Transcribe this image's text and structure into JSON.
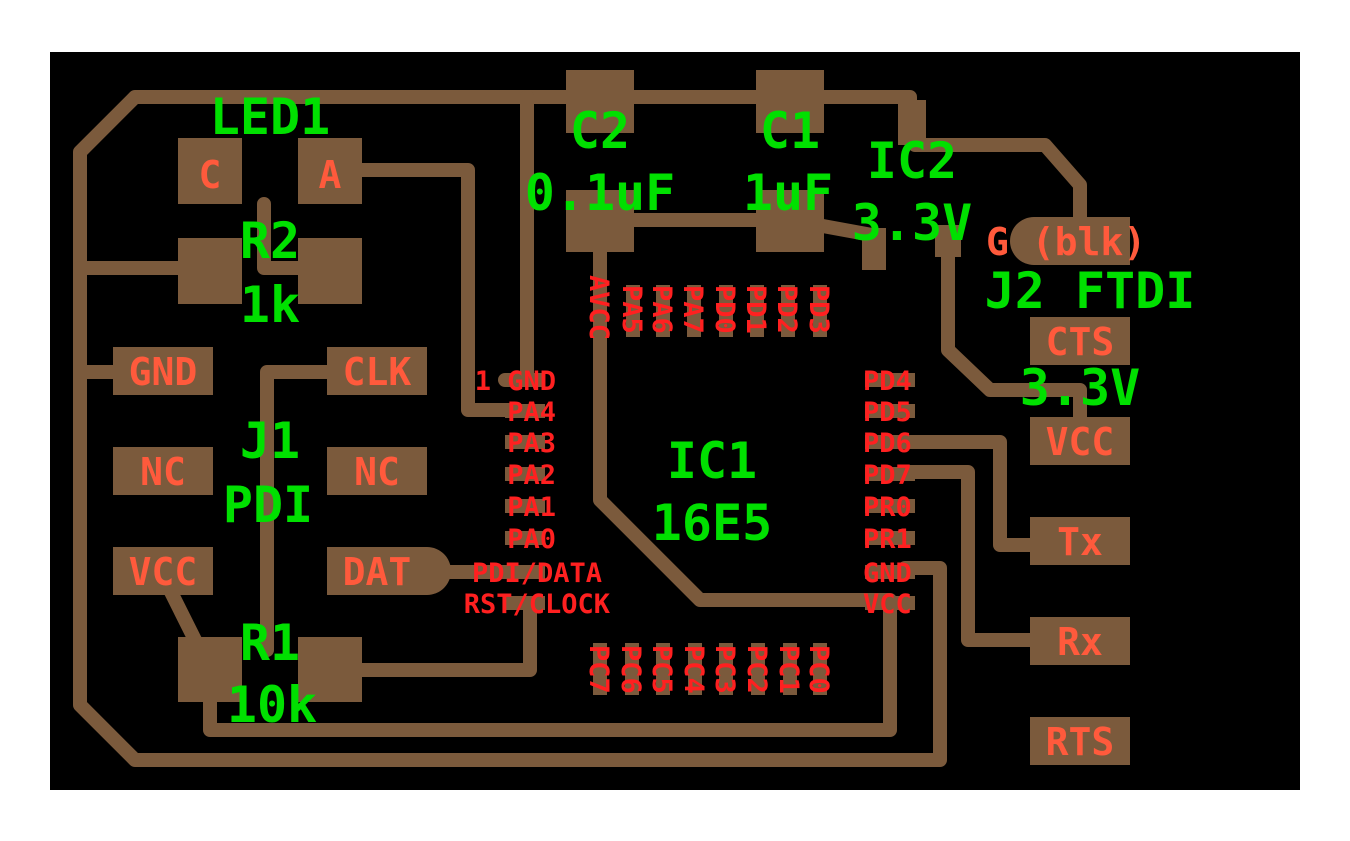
{
  "colors": {
    "board": "#000000",
    "copper": "#7b5a3c",
    "silk": "#00e000",
    "pad_label": "#ff5a3c",
    "pin_label": "#ff2020"
  },
  "components": {
    "c2": {
      "ref": "C2",
      "value": "0.1uF"
    },
    "c1": {
      "ref": "C1",
      "value": "1uF"
    },
    "ic2": {
      "ref": "IC2",
      "value": "3.3V"
    },
    "led1": {
      "ref": "LED1",
      "anode": "A",
      "cathode": "C"
    },
    "r2": {
      "ref": "R2",
      "value": "1k"
    },
    "j1": {
      "ref": "J1",
      "value": "PDI"
    },
    "r1": {
      "ref": "R1",
      "value": "10k"
    },
    "ic1": {
      "ref": "IC1",
      "value": "16E5"
    },
    "j2": {
      "ref": "J2 FTDI",
      "value": "3.3V"
    }
  },
  "j1_pads": [
    "GND",
    "CLK",
    "NC",
    "NC",
    "VCC",
    "DAT"
  ],
  "j2_pads": [
    "G (blk)",
    "CTS",
    "VCC",
    "Tx",
    "Rx",
    "RTS"
  ],
  "ic1_pins": {
    "left": [
      "1 GND",
      "PA4",
      "PA3",
      "PA2",
      "PA1",
      "PA0",
      "PDI/DATA",
      "RST/CLOCK"
    ],
    "right": [
      "PD4",
      "PD5",
      "PD6",
      "PD7",
      "PR0",
      "PR1",
      "GND",
      "VCC"
    ],
    "top": [
      "AVCC",
      "PA5",
      "PA6",
      "PA7",
      "PD0",
      "PD1",
      "PD2",
      "PD3"
    ],
    "bottom": [
      "PC7",
      "PC6",
      "PC5",
      "PC4",
      "PC3",
      "PC2",
      "PC1",
      "PC0"
    ]
  }
}
